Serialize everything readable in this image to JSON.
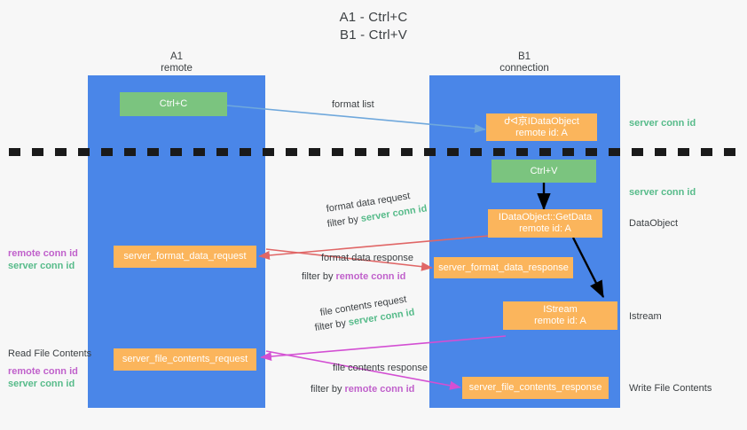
{
  "title": {
    "line1": "A1 - Ctrl+C",
    "line2": "B1 - Ctrl+V"
  },
  "lanes": [
    {
      "id": "A1",
      "name": "A1",
      "role": "remote"
    },
    {
      "id": "B1",
      "name": "B1",
      "role": "connection"
    }
  ],
  "boxes": {
    "ctrl_c": {
      "label": "Ctrl+C"
    },
    "ctrl_v": {
      "label": "Ctrl+V"
    },
    "idataobject": {
      "line1": "ժᐊ京ІDataObject",
      "line2": "remote id: A"
    },
    "idataobject_getdata": {
      "line1": "IDataObject::GetData",
      "line2": "remote id: A"
    },
    "istream": {
      "line1": "IStream",
      "line2": "remote id: A"
    },
    "server_format_data_request": {
      "label": "server_format_data_request"
    },
    "server_format_data_response": {
      "label": "server_format_data_response"
    },
    "server_file_contents_request": {
      "label": "server_file_contents_request"
    },
    "server_file_contents_response": {
      "label": "server_file_contents_response"
    }
  },
  "edges": {
    "format_list": {
      "label": "format list"
    },
    "format_data_request": {
      "line1": "format data request",
      "filter_prefix": "filter by ",
      "filter_value": "server conn id"
    },
    "format_data_response": {
      "line1": "format data response",
      "filter_prefix": "filter by ",
      "filter_value": "remote conn id"
    },
    "file_contents_request": {
      "line1": "file contents request",
      "filter_prefix": "filter by ",
      "filter_value": "server conn id"
    },
    "file_contents_response": {
      "line1": "file contents response",
      "filter_prefix": "filter by ",
      "filter_value": "remote conn id"
    }
  },
  "right_notes": {
    "server_conn_id_top": "server conn id",
    "server_conn_id_mid": "server conn id",
    "dataobject": "DataObject",
    "istream": "Istream",
    "write_file_contents": "Write File Contents"
  },
  "left_notes": {
    "remote_conn_id_1": "remote conn id",
    "server_conn_id_1": "server conn id",
    "read_file_contents": "Read File Contents",
    "remote_conn_id_2": "remote conn id",
    "server_conn_id_2": "server conn id"
  },
  "colors": {
    "lane": "#4a86e8",
    "green_box": "#7bc47f",
    "orange_box": "#fbb55c",
    "server_conn_id": "#57bb8a",
    "remote_conn_id": "#c061cb",
    "arrow_blue": "#6fa8dc",
    "arrow_red": "#e06666",
    "arrow_magenta": "#d34fd3",
    "arrow_black": "#000000",
    "background": "#f7f7f7"
  }
}
